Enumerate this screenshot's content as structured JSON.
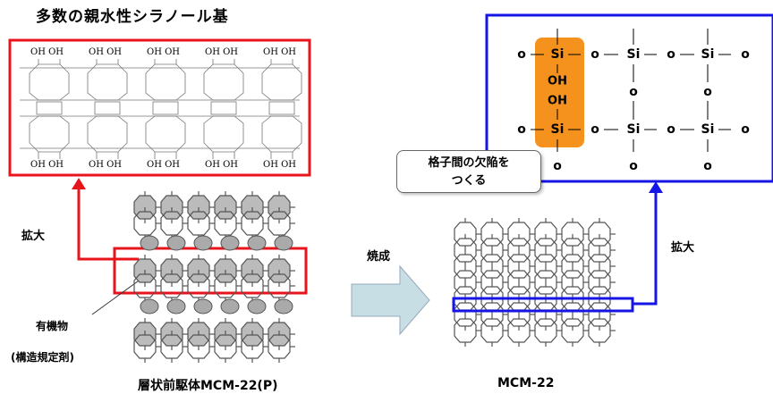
{
  "title": "多数の親水性シラノール基",
  "oh_row_text": "OH OH",
  "zoom_label": "拡大",
  "organic_label": "有機物",
  "organic_sublabel": "(構造規定剤)",
  "calcination_label": "焼成",
  "precursor_caption": "層状前駆体MCM-22(P)",
  "product_caption": "MCM-22",
  "callout_text_line1": "格子間の欠陥を",
  "callout_text_line2": "つくる",
  "si_label": "Si",
  "o_label": "o",
  "oh_label": "OH",
  "colors": {
    "red": "#e8141b",
    "blue": "#1515e6",
    "orange": "#f5921e",
    "arrow_fill": "#c6dee4",
    "lattice_gray": "#999999"
  }
}
